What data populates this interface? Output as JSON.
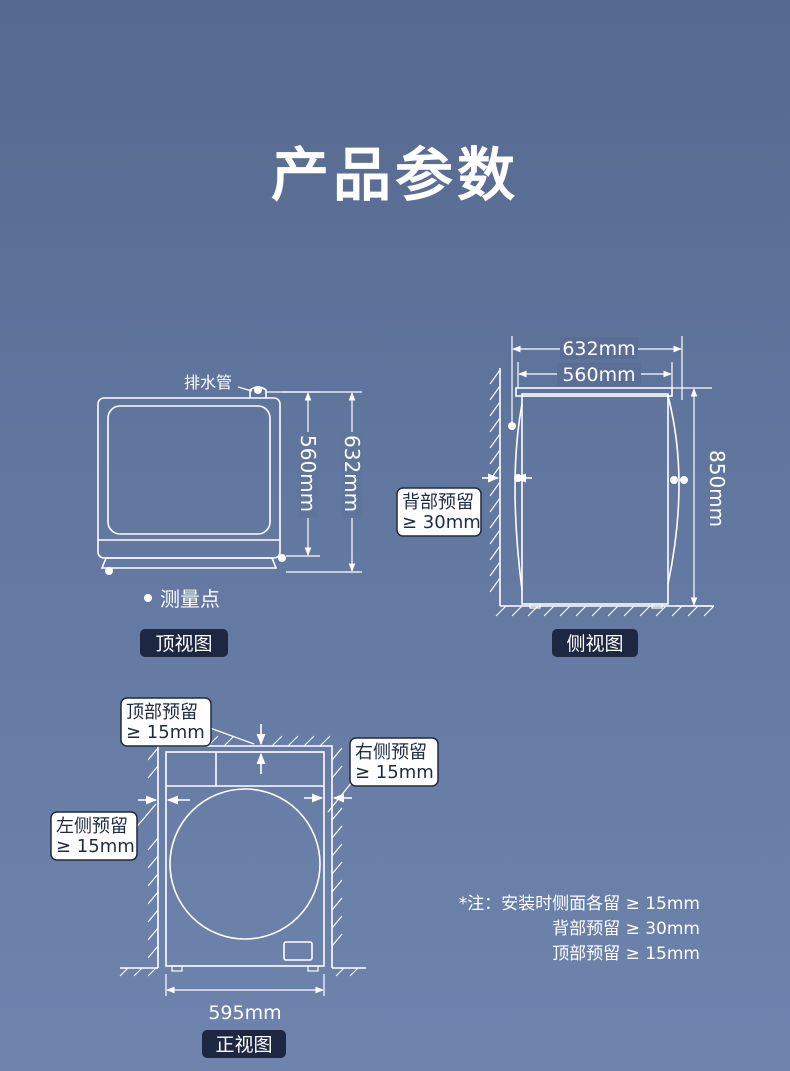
{
  "title": "产品参数",
  "top_view": {
    "label": "顶视图",
    "drain_label": "排水管",
    "dim_560": "560mm",
    "dim_632": "632mm",
    "legend": "测量点"
  },
  "side_view": {
    "label": "侧视图",
    "dim_632": "632mm",
    "dim_560": "560mm",
    "dim_850": "850mm",
    "back_clearance_line1": "背部预留",
    "back_clearance_line2": "≥ 30mm"
  },
  "front_view": {
    "label": "正视图",
    "dim_595": "595mm",
    "top_clearance_line1": "顶部预留",
    "top_clearance_line2": "≥ 15mm",
    "right_clearance_line1": "右侧预留",
    "right_clearance_line2": "≥ 15mm",
    "left_clearance_line1": "左侧预留",
    "left_clearance_line2": "≥ 15mm"
  },
  "notes": [
    "*注：安装时侧面各留 ≥ 15mm",
    "背部预留 ≥ 30mm",
    "顶部预留 ≥ 15mm"
  ]
}
